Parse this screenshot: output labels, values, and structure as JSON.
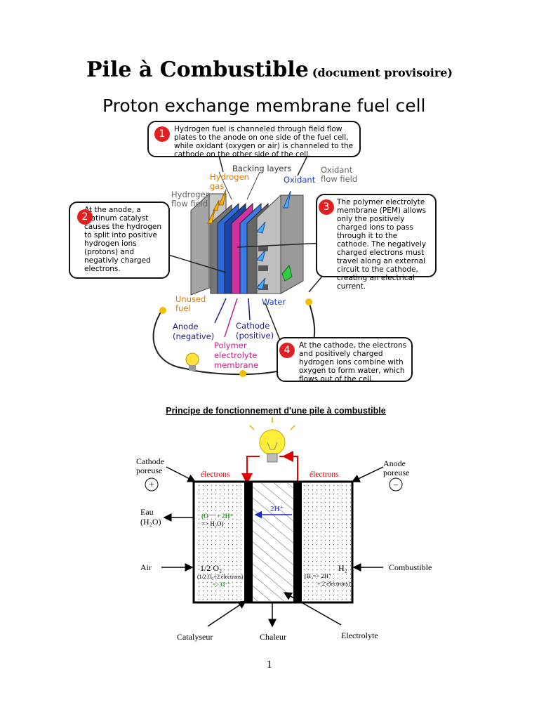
{
  "header": {
    "title": "Pile à Combustible",
    "title_note": "(document provisoire)",
    "subtitle": "Proton exchange membrane fuel cell"
  },
  "pem_diagram": {
    "callouts": [
      {
        "number": "1",
        "text": "Hydrogen fuel is channeled through field flow plates to the anode on one side of the fuel cell, while oxidant (oxygen or air) is channeled to the cathode on the other side of the cell."
      },
      {
        "number": "2",
        "text": "At the anode, a platinum catalyst causes the hydrogen to split into positive hydrogen ions (protons) and negativly charged electrons."
      },
      {
        "number": "3",
        "text": "The polymer electrolyte membrane (PEM) allows only the positively charged ions to pass through it to the cathode. The negatively charged electrons must travel along an external circuit to the cathode, creating an electrical current."
      },
      {
        "number": "4",
        "text": "At the cathode, the electrons and positively charged hydrogen ions combine with oxygen to form water, which flows out of the cell."
      }
    ],
    "labels": {
      "backing_layers": "Backing layers",
      "oxidant_flow_field_1": "Oxidant",
      "oxidant_flow_field_2": "flow field",
      "hydrogen_gas_1": "Hydrogen",
      "hydrogen_gas_2": "gas",
      "oxidant": "Oxidant",
      "hydrogen_flow_field_1": "Hydrogen",
      "hydrogen_flow_field_2": "flow field",
      "unused_fuel_1": "Unused",
      "unused_fuel_2": "fuel",
      "water": "Water",
      "anode_1": "Anode",
      "anode_2": "(negative)",
      "cathode_1": "Cathode",
      "cathode_2": "(positive)",
      "pem_1": "Polymer",
      "pem_2": "electrolyte",
      "pem_3": "membrane"
    },
    "colors": {
      "callout_number": "#e02020",
      "hydrogen_label": "#e07a00",
      "anode_label": "#1a1a8c",
      "pem_label": "#c0208a",
      "oxidant_label": "#1a3ad0",
      "gray_label": "#666666"
    }
  },
  "principle_diagram": {
    "title": "Principe de fonctionnement d'une pile à combustible",
    "labels": {
      "cathode_1": "Cathode",
      "cathode_2": "poreuse",
      "anode_1": "Anode",
      "anode_2": "poreuse",
      "electrons_left": "électrons",
      "electrons_right": "électrons",
      "eau_1": "Eau",
      "eau_2": "(H₂O)",
      "air": "Air",
      "combustible": "Combustible",
      "catalyseur": "Catalyseur",
      "chaleur": "Chaleur",
      "electrolyte": "Electrolyte",
      "proton": "2H⁺",
      "reaction_water_1": "(O⁻⁻ + 2H⁺",
      "reaction_water_2": "=> H₂O)",
      "o2_half": "1/2 O₂",
      "reaction_o2_1": "(1/2 O₂+2 électrons)",
      "reaction_o2_2": "=> O⁻⁻",
      "h2": "H₂",
      "reaction_h2_1": "(H₂=> 2H⁺",
      "reaction_h2_2": "+ 2 électrons)",
      "plus": "+",
      "minus": "–"
    }
  },
  "footer": {
    "page_number": "1"
  }
}
